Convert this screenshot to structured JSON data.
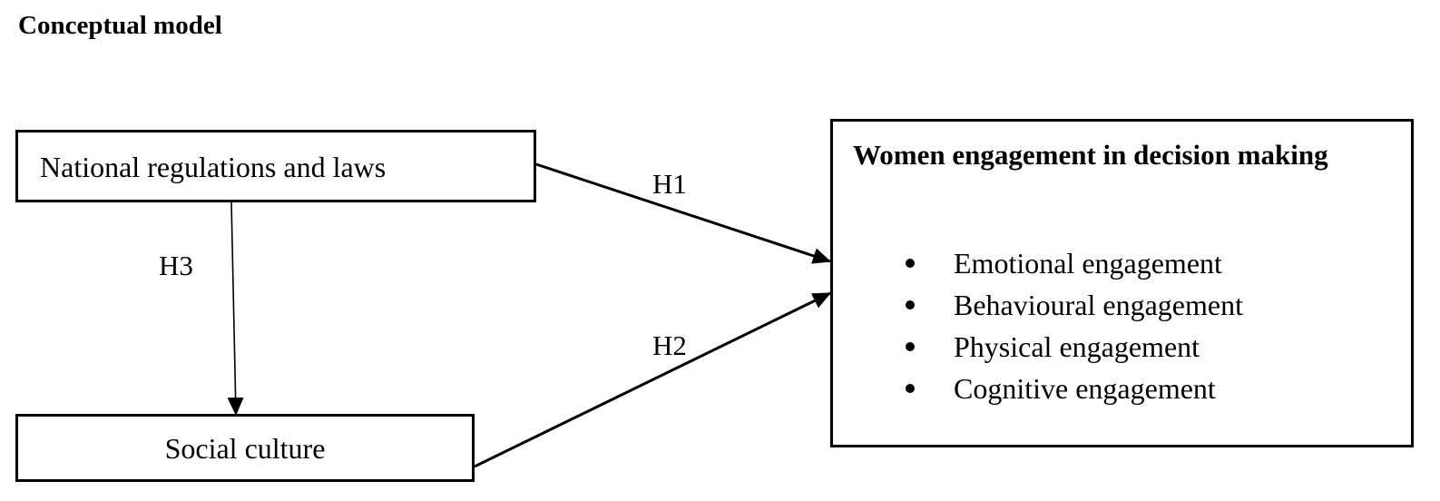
{
  "title": "Conceptual model",
  "nodes": {
    "national": {
      "label": "National regulations and laws"
    },
    "social": {
      "label": "Social culture"
    },
    "women": {
      "heading": "Women engagement in decision making",
      "items": [
        "Emotional engagement",
        "Behavioural engagement",
        "Physical engagement",
        "Cognitive engagement"
      ]
    }
  },
  "edges": [
    {
      "id": "h1",
      "label": "H1",
      "from": "national",
      "to": "women"
    },
    {
      "id": "h2",
      "label": "H2",
      "from": "social",
      "to": "women"
    },
    {
      "id": "h3",
      "label": "H3",
      "from": "national",
      "to": "social"
    }
  ],
  "colors": {
    "stroke": "#000000",
    "background": "#ffffff"
  }
}
